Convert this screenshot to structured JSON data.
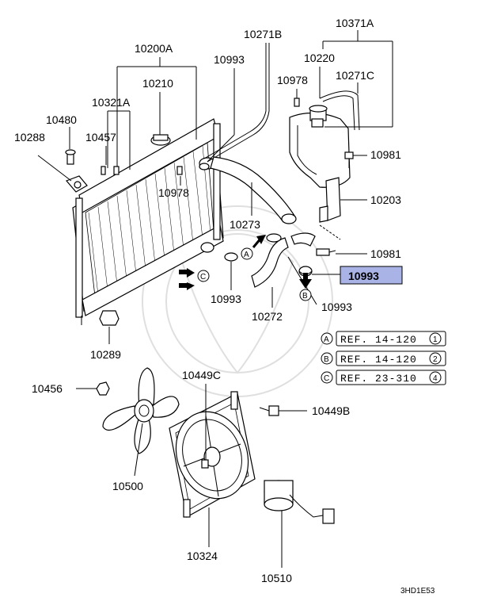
{
  "diagram": {
    "part_labels": {
      "p10200A": "10200A",
      "p10210": "10210",
      "p10321A": "10321A",
      "p10480": "10480",
      "p10457": "10457",
      "p10288": "10288",
      "p10978a": "10978",
      "p10993a": "10993",
      "p10271B": "10271B",
      "p10978b": "10978",
      "p10371A": "10371A",
      "p10220": "10220",
      "p10271C": "10271C",
      "p10981a": "10981",
      "p10203": "10203",
      "p10273": "10273",
      "p10981b": "10981",
      "p10993hl": "10993",
      "p10993b": "10993",
      "p10993c": "10993",
      "p10272": "10272",
      "p10289": "10289",
      "p10456": "10456",
      "p10449C": "10449C",
      "p10449B": "10449B",
      "p10500": "10500",
      "p10324": "10324",
      "p10510": "10510"
    },
    "arrow_markers": {
      "a": "A",
      "b": "B",
      "c": "C"
    },
    "references": [
      {
        "marker": "A",
        "text": "REF. 14-120",
        "num": "1"
      },
      {
        "marker": "B",
        "text": "REF. 14-120",
        "num": "2"
      },
      {
        "marker": "C",
        "text": "REF. 23-310",
        "num": "4"
      }
    ],
    "diagram_code": "3HD1E53",
    "highlight_color": "#a9b3e6"
  }
}
